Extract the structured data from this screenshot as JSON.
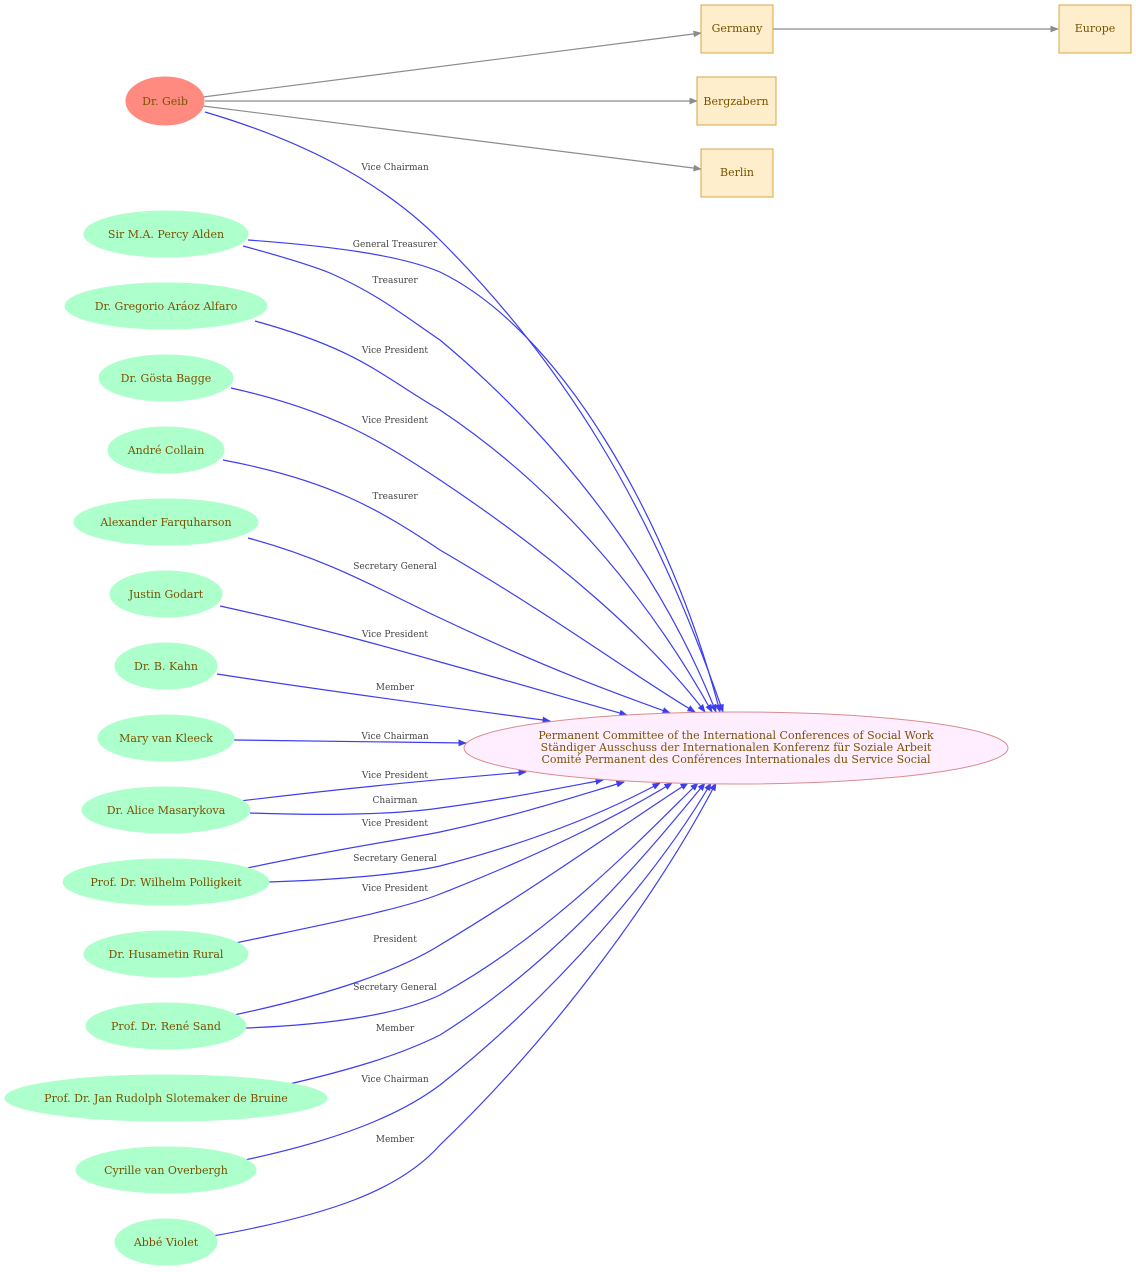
{
  "colors": {
    "person_fill": "#adffcc",
    "focus_fill": "#ff8a80",
    "place_fill": "#ffeecc",
    "place_stroke": "#d9a441",
    "org_fill": "#ffeeff",
    "org_stroke": "#d98c8c",
    "role_edge": "#3d3df0",
    "place_edge": "#8c8c8c",
    "text": "#7a5200"
  },
  "focus": {
    "label": "Dr. Geib"
  },
  "places": {
    "germany": "Germany",
    "europe": "Europe",
    "bergzabern": "Bergzabern",
    "berlin": "Berlin"
  },
  "organization": {
    "line1": "Permanent Committee of the International Conferences of Social Work",
    "line2": "Ständiger Ausschuss der Internationalen Konferenz für Soziale Arbeit",
    "line3": "Comité Permanent des Conférences Internationales du Service Social"
  },
  "people": [
    "Sir M.A. Percy Alden",
    "Dr. Gregorio  Aráoz Alfaro",
    "Dr. Gösta Bagge",
    "André Collain",
    "Alexander Farquharson",
    "Justin Godart",
    "Dr. B. Kahn",
    "Mary van Kleeck",
    "Dr. Alice Masarykova",
    "Prof. Dr. Wilhelm Polligkeit",
    "Dr. Husametin Rural",
    "Prof. Dr. René Sand",
    "Prof. Dr. Jan Rudolph Slotemaker de Bruine",
    "Cyrille  van Overbergh",
    "Abbé Violet"
  ],
  "roles": [
    "Vice Chairman",
    "General Treasurer",
    "Treasurer",
    "Vice President",
    "Vice President",
    "Treasurer",
    "Secretary General",
    "Vice President",
    "Member",
    "Vice Chairman",
    "Vice President",
    "Chairman",
    "Vice President",
    "Secretary General",
    "Vice President",
    "President",
    "Secretary General",
    "Member",
    "Vice Chairman",
    "Member"
  ]
}
